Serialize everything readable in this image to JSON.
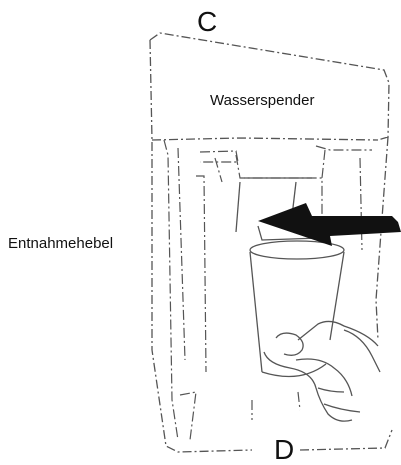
{
  "labels": {
    "top_letter": "C",
    "bottom_letter": "D",
    "dispenser": "Wasserspender",
    "lever": "Entnahmehebel"
  },
  "icons": {
    "arrow": "arrow-pointing-left",
    "cup": "drinking-cup",
    "hand": "hand-holding-cup"
  },
  "colors": {
    "line": "#555555",
    "arrow": "#111111"
  }
}
